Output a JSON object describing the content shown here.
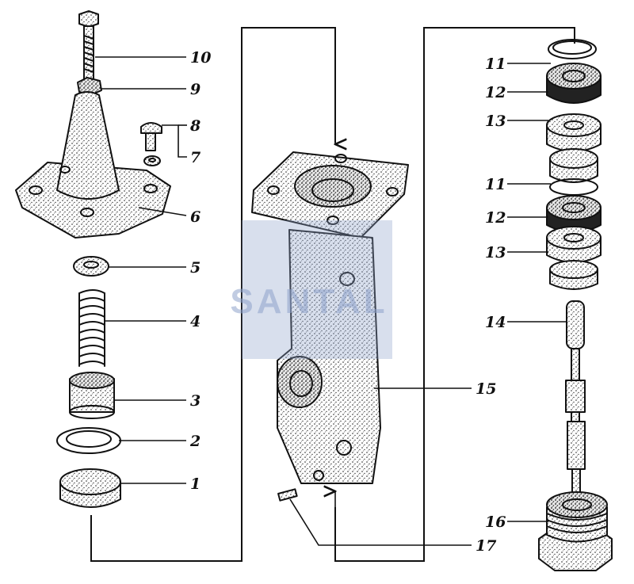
{
  "watermark": "SANTAL",
  "labels": [
    {
      "id": "10",
      "text": "10"
    },
    {
      "id": "9",
      "text": "9"
    },
    {
      "id": "8",
      "text": "8"
    },
    {
      "id": "7",
      "text": "7"
    },
    {
      "id": "6",
      "text": "6"
    },
    {
      "id": "5",
      "text": "5"
    },
    {
      "id": "4",
      "text": "4"
    },
    {
      "id": "3",
      "text": "3"
    },
    {
      "id": "2",
      "text": "2"
    },
    {
      "id": "1",
      "text": "1"
    },
    {
      "id": "11a",
      "text": "11"
    },
    {
      "id": "12a",
      "text": "12"
    },
    {
      "id": "13a",
      "text": "13"
    },
    {
      "id": "11b",
      "text": "11"
    },
    {
      "id": "12b",
      "text": "12"
    },
    {
      "id": "13b",
      "text": "13"
    },
    {
      "id": "14",
      "text": "14"
    },
    {
      "id": "15",
      "text": "15"
    },
    {
      "id": "16",
      "text": "16"
    },
    {
      "id": "17",
      "text": "17"
    }
  ]
}
